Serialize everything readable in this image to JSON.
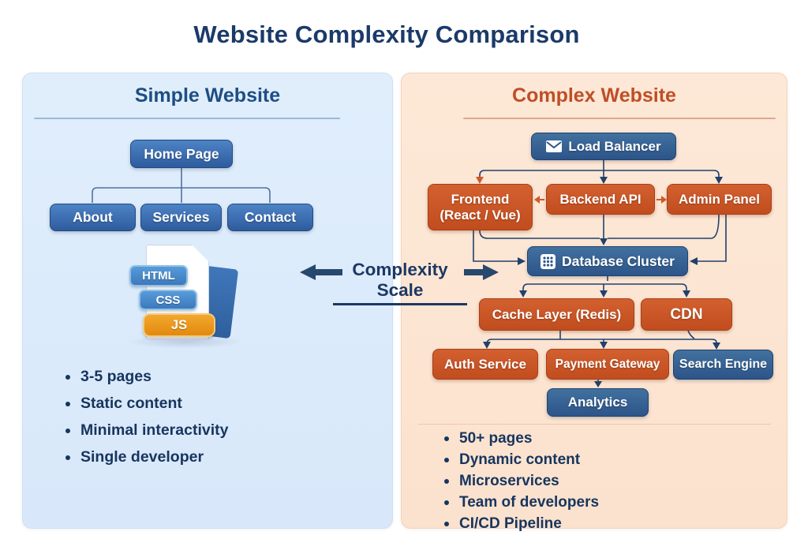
{
  "title": "Website Complexity Comparison",
  "colors": {
    "navy_text": "#1b3a69",
    "simple_heading": "#1e4e82",
    "complex_heading": "#bf4e26",
    "tree_box_blue": "#2e5c9e",
    "steel_blue_box": "#2d5489",
    "orange_box": "#c14d1f",
    "js_badge_orange": "#e3890e",
    "panel_blue_bg": "#dcebfb",
    "panel_peach_bg": "#fce6d5",
    "connector_navy": "#22406b",
    "connector_orange": "#cd5a2a"
  },
  "simple_panel": {
    "heading": "Simple Website",
    "tree": {
      "root": "Home Page",
      "children": [
        "About",
        "Services",
        "Contact"
      ]
    },
    "file_stack": {
      "badges": [
        "HTML",
        "CSS",
        "JS"
      ]
    },
    "bullets": [
      "3-5 pages",
      "Static content",
      "Minimal interactivity",
      "Single developer"
    ]
  },
  "scale": {
    "label": "Complexity Scale"
  },
  "complex_panel": {
    "heading": "Complex Website",
    "nodes": {
      "load_balancer": "Load Balancer",
      "frontend_line1": "Frontend",
      "frontend_line2": "(React / Vue)",
      "backend": "Backend API",
      "admin": "Admin Panel",
      "database": "Database Cluster",
      "cache": "Cache Layer (Redis)",
      "cdn": "CDN",
      "auth": "Auth Service",
      "payment": "Payment Gateway",
      "search": "Search Engine",
      "analytics": "Analytics"
    },
    "icons": {
      "load_balancer": "envelope-icon",
      "database": "grid-icon"
    },
    "bullets": [
      "50+ pages",
      "Dynamic content",
      "Microservices",
      "Team of developers",
      "CI/CD Pipeline"
    ]
  }
}
